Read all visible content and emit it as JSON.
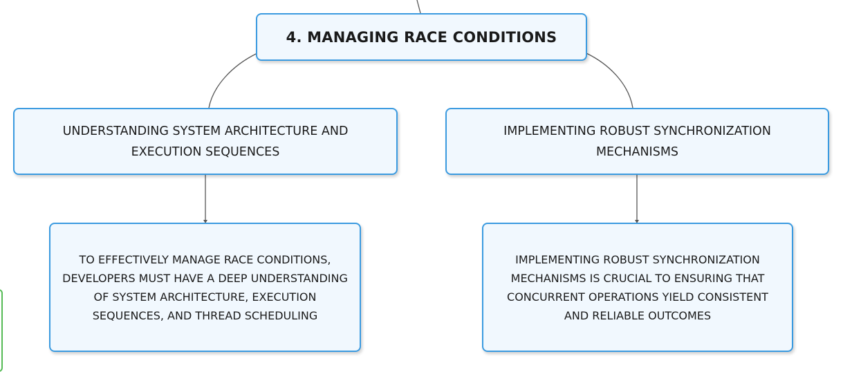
{
  "mindmap": {
    "central": {
      "label": "4. MANAGING RACE CONDITIONS"
    },
    "branches": [
      {
        "label": "UNDERSTANDING SYSTEM ARCHITECTURE AND EXECUTION SEQUENCES",
        "detail": "TO EFFECTIVELY MANAGE RACE CONDITIONS, DEVELOPERS MUST HAVE A DEEP UNDERSTANDING OF SYSTEM ARCHITECTURE, EXECUTION SEQUENCES, AND THREAD SCHEDULING"
      },
      {
        "label": "IMPLEMENTING ROBUST SYNCHRONIZATION MECHANISMS",
        "detail": "IMPLEMENTING ROBUST SYNCHRONIZATION MECHANISMS IS CRUCIAL TO ENSURING THAT CONCURRENT OPERATIONS YIELD CONSISTENT AND RELIABLE OUTCOMES"
      }
    ]
  },
  "colors": {
    "node_border": "#3a9ae0",
    "node_fill": "#f1f8fe",
    "connector": "#555555",
    "side_frame": "#55bb55"
  }
}
